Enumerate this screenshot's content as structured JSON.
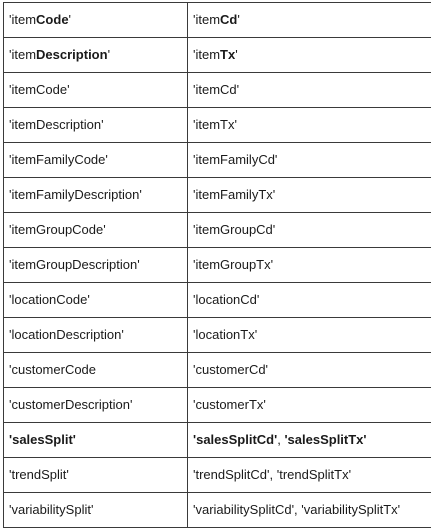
{
  "rows": [
    {
      "left": [
        [
          "'item",
          false
        ],
        [
          "Code",
          true
        ],
        [
          "'",
          false
        ]
      ],
      "right": [
        [
          "'item",
          false
        ],
        [
          "Cd",
          true
        ],
        [
          "'",
          false
        ]
      ]
    },
    {
      "left": [
        [
          "'item",
          false
        ],
        [
          "Description",
          true
        ],
        [
          "'",
          false
        ]
      ],
      "right": [
        [
          "'item",
          false
        ],
        [
          "Tx",
          true
        ],
        [
          "'",
          false
        ]
      ]
    },
    {
      "left": [
        [
          "'itemCode'",
          false
        ]
      ],
      "right": [
        [
          "'itemCd'",
          false
        ]
      ]
    },
    {
      "left": [
        [
          "'itemDescription'",
          false
        ]
      ],
      "right": [
        [
          "'itemTx'",
          false
        ]
      ]
    },
    {
      "left": [
        [
          "'itemFamilyCode'",
          false
        ]
      ],
      "right": [
        [
          "'itemFamilyCd'",
          false
        ]
      ]
    },
    {
      "left": [
        [
          "'itemFamilyDescription'",
          false
        ]
      ],
      "right": [
        [
          "'itemFamilyTx'",
          false
        ]
      ]
    },
    {
      "left": [
        [
          "'itemGroupCode'",
          false
        ]
      ],
      "right": [
        [
          "'itemGroupCd'",
          false
        ]
      ]
    },
    {
      "left": [
        [
          "'itemGroupDescription'",
          false
        ]
      ],
      "right": [
        [
          "'itemGroupTx'",
          false
        ]
      ]
    },
    {
      "left": [
        [
          "'locationCode'",
          false
        ]
      ],
      "right": [
        [
          "'locationCd'",
          false
        ]
      ]
    },
    {
      "left": [
        [
          "'locationDescription'",
          false
        ]
      ],
      "right": [
        [
          "'locationTx'",
          false
        ]
      ]
    },
    {
      "left": [
        [
          "'customerCode",
          false
        ]
      ],
      "right": [
        [
          "'customerCd'",
          false
        ]
      ]
    },
    {
      "left": [
        [
          "'customerDescription'",
          false
        ]
      ],
      "right": [
        [
          "'customerTx'",
          false
        ]
      ]
    },
    {
      "left": [
        [
          "'salesSplit'",
          true
        ]
      ],
      "right": [
        [
          "'salesSplitCd'",
          true
        ],
        [
          ", ",
          false
        ],
        [
          "'salesSplitTx'",
          true
        ]
      ]
    },
    {
      "left": [
        [
          "'trendSplit'",
          false
        ]
      ],
      "right": [
        [
          "'trendSplitCd', 'trendSplitTx'",
          false
        ]
      ]
    },
    {
      "left": [
        [
          "'variabilitySplit'",
          false
        ]
      ],
      "right": [
        [
          "'variabilitySplitCd', 'variabilitySplitTx'",
          false
        ]
      ]
    }
  ]
}
